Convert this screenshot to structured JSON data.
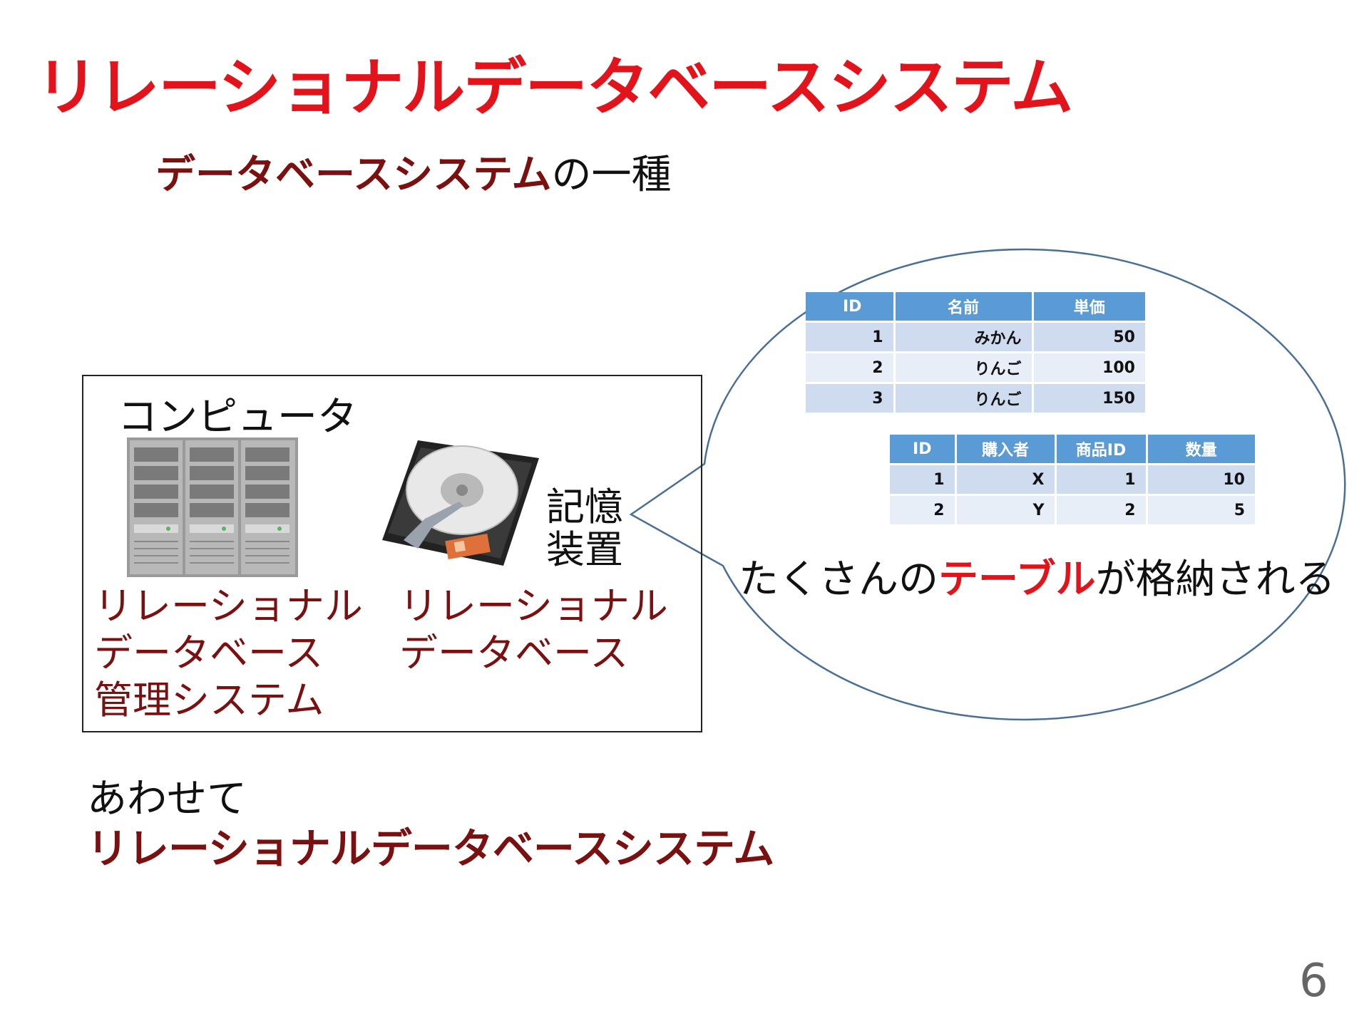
{
  "title": "リレーショナルデータベースシステム",
  "subtitle": {
    "emphasis": "データベースシステム",
    "rest": "の一種"
  },
  "computer": {
    "label": "コンピュータ",
    "storage_label": [
      "記憶",
      "装置"
    ],
    "rdbms_label": [
      "リレーショナル",
      "データベース",
      "管理システム"
    ],
    "rdb_label": [
      "リレーショナル",
      "データベース"
    ]
  },
  "table1": {
    "headers": [
      "ID",
      "名前",
      "単価"
    ],
    "rows": [
      [
        "1",
        "みかん",
        "50"
      ],
      [
        "2",
        "りんご",
        "100"
      ],
      [
        "3",
        "りんご",
        "150"
      ]
    ]
  },
  "table2": {
    "headers": [
      "ID",
      "購入者",
      "商品ID",
      "数量"
    ],
    "rows": [
      [
        "1",
        "X",
        "1",
        "10"
      ],
      [
        "2",
        "Y",
        "2",
        "5"
      ]
    ]
  },
  "caption": {
    "pre": "たくさんの",
    "emphasis": "テーブル",
    "post": "が格納される"
  },
  "footer": {
    "line1": "あわせて",
    "line2": "リレーショナルデータベースシステム"
  },
  "page_number": "6",
  "colors": {
    "title_red": "#e3131b",
    "dark_red": "#7b1010",
    "table_header": "#5b9bd5",
    "bubble_stroke": "#4a6f96"
  }
}
